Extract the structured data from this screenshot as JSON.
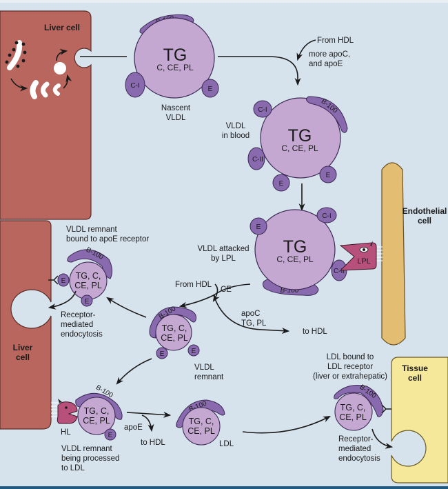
{
  "colors": {
    "background": "#d6e2ec",
    "liver_cell": "#b8665e",
    "endothelial_cell": "#e2bd72",
    "tissue_cell": "#f6e89a",
    "lipoprotein": "#c4a8d2",
    "apoprotein": "#8a6aae",
    "enzyme": "#b8507c",
    "bottom_rule": "#1f5b85"
  },
  "cells": {
    "liver_top": "Liver cell",
    "liver_bottom": [
      "Liver",
      "cell"
    ],
    "endothelial": [
      "Endothelial",
      "cell"
    ],
    "tissue": [
      "Tissue",
      "cell"
    ]
  },
  "particles": {
    "nascent": {
      "core": "TG",
      "sub": "C, CE, PL",
      "apos": [
        "B-100",
        "C-I",
        "E"
      ],
      "caption": [
        "Nascent",
        "VLDL"
      ]
    },
    "blood": {
      "core": "TG",
      "sub": "C, CE, PL",
      "apos": [
        "B-100",
        "C-I",
        "C-II",
        "E",
        "E"
      ],
      "caption": [
        "VLDL",
        "in blood"
      ]
    },
    "attacked": {
      "core": "TG",
      "sub": "C, CE, PL",
      "apos": [
        "B-100",
        "C-I",
        "C-II",
        "E"
      ],
      "caption": [
        "VLDL attacked",
        "by LPL"
      ],
      "enzyme": "LPL"
    },
    "remnant": {
      "core": [
        "TG, C,",
        "CE, PL"
      ],
      "apos": [
        "B-100",
        "E",
        "E"
      ],
      "caption": [
        "VLDL",
        "remnant"
      ]
    },
    "remnant_bound": {
      "core": [
        "TG, C,",
        "CE, PL"
      ],
      "apos": [
        "B-100",
        "E",
        "E"
      ],
      "caption": [
        "VLDL remnant",
        "bound to apoE receptor"
      ]
    },
    "remnant_processed": {
      "core": [
        "TG, C,",
        "CE, PL"
      ],
      "apos": [
        "B-100",
        "E"
      ],
      "caption": [
        "VLDL remnant",
        "being processed",
        "to LDL"
      ],
      "enzyme": "HL"
    },
    "ldl": {
      "core": [
        "TG, C,",
        "CE, PL"
      ],
      "apos": [
        "B-100"
      ],
      "caption": "LDL"
    },
    "ldl_bound": {
      "core": [
        "TG, C,",
        "CE, PL"
      ],
      "apos": [
        "B-100"
      ],
      "caption": [
        "LDL bound to",
        "LDL receptor",
        "(liver or extrahepatic)"
      ]
    }
  },
  "annotations": {
    "from_hdl_top": "From HDL",
    "more_apo": [
      "more apoC,",
      "and apoE"
    ],
    "from_hdl_mid": "From HDL",
    "ce": "CE",
    "to_hdl_items": [
      "apoC",
      "TG, PL"
    ],
    "to_hdl_mid": "to HDL",
    "apoe": "apoE",
    "to_hdl_bottom": "to HDL",
    "endocytosis_liver": [
      "Receptor-",
      "mediated",
      "endocytosis"
    ],
    "endocytosis_tissue": [
      "Receptor-",
      "mediated",
      "endocytosis"
    ]
  }
}
